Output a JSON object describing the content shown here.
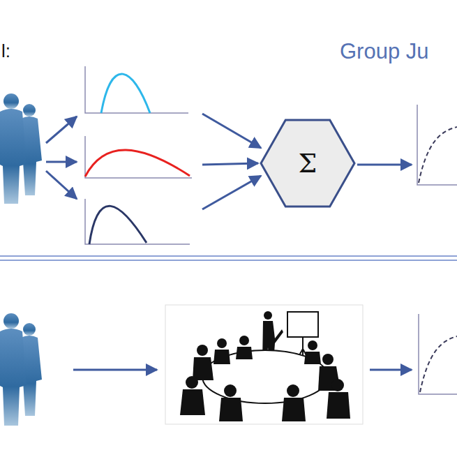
{
  "diagram": {
    "nodes": [
      {
        "text": [
          "Σ"
        ]
      }
    ],
    "labels": [
      "l:",
      "Group Ju"
    ]
  }
}
